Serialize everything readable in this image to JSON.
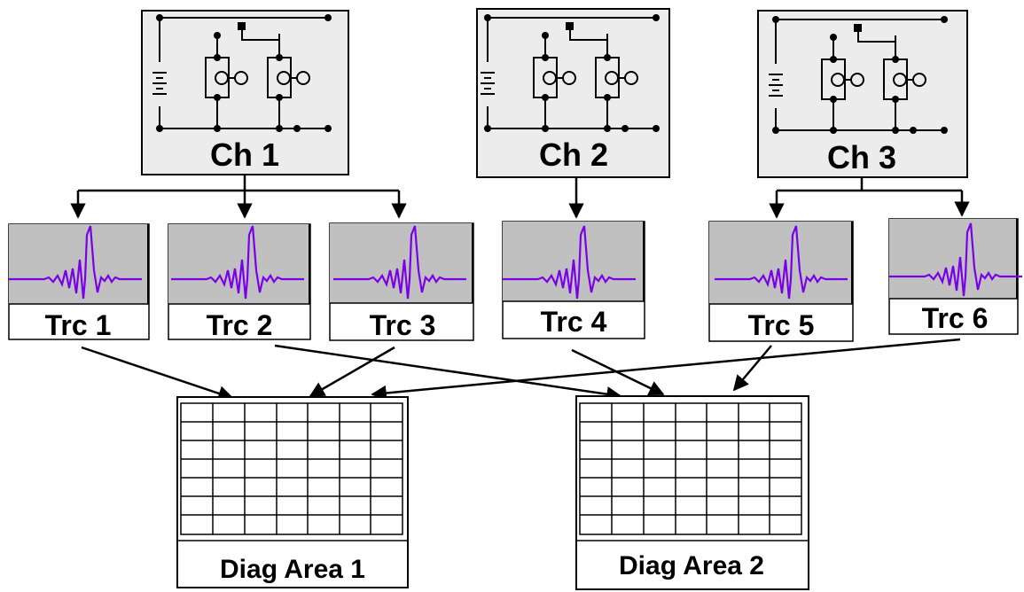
{
  "channels": [
    {
      "id": "ch1",
      "label": "Ch 1"
    },
    {
      "id": "ch2",
      "label": "Ch 2"
    },
    {
      "id": "ch3",
      "label": "Ch 3"
    }
  ],
  "traces": [
    {
      "id": "trc1",
      "label": "Trc 1"
    },
    {
      "id": "trc2",
      "label": "Trc 2"
    },
    {
      "id": "trc3",
      "label": "Trc 3"
    },
    {
      "id": "trc4",
      "label": "Trc 4"
    },
    {
      "id": "trc5",
      "label": "Trc 5"
    },
    {
      "id": "trc6",
      "label": "Trc 6"
    }
  ],
  "diagram_areas": [
    {
      "id": "area1",
      "label": "Diag Area 1"
    },
    {
      "id": "area2",
      "label": "Diag Area 2"
    }
  ],
  "connections": {
    "channel_to_traces": [
      {
        "from": "ch1",
        "to": "trc1"
      },
      {
        "from": "ch1",
        "to": "trc2"
      },
      {
        "from": "ch1",
        "to": "trc3"
      },
      {
        "from": "ch2",
        "to": "trc4"
      },
      {
        "from": "ch3",
        "to": "trc5"
      },
      {
        "from": "ch3",
        "to": "trc6"
      }
    ],
    "traces_to_areas": [
      {
        "from": "trc1",
        "to": "area1"
      },
      {
        "from": "trc2",
        "to": "area2"
      },
      {
        "from": "trc3",
        "to": "area1"
      },
      {
        "from": "trc4",
        "to": "area2"
      },
      {
        "from": "trc5",
        "to": "area2"
      },
      {
        "from": "trc6",
        "to": "area1"
      }
    ]
  },
  "colors": {
    "panel_fill": "#ececec",
    "trace_plot_fill": "#c0c0c0",
    "trace_line": "#7a00e8",
    "stroke": "#000000",
    "background": "#ffffff"
  }
}
